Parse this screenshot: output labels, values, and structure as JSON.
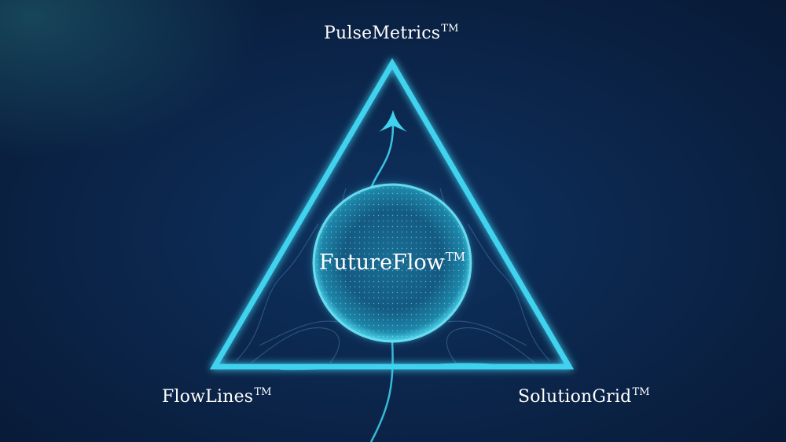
{
  "diagram": {
    "top_node": {
      "name": "PulseMetrics",
      "mark": "TM"
    },
    "left_node": {
      "name": "FlowLines",
      "mark": "TM"
    },
    "right_node": {
      "name": "SolutionGrid",
      "mark": "TM"
    },
    "center_node": {
      "name": "FutureFlow",
      "mark": "TM"
    }
  },
  "colors": {
    "accent": "#3fd2ee",
    "background": "#0b2448",
    "text": "#ffffff"
  }
}
